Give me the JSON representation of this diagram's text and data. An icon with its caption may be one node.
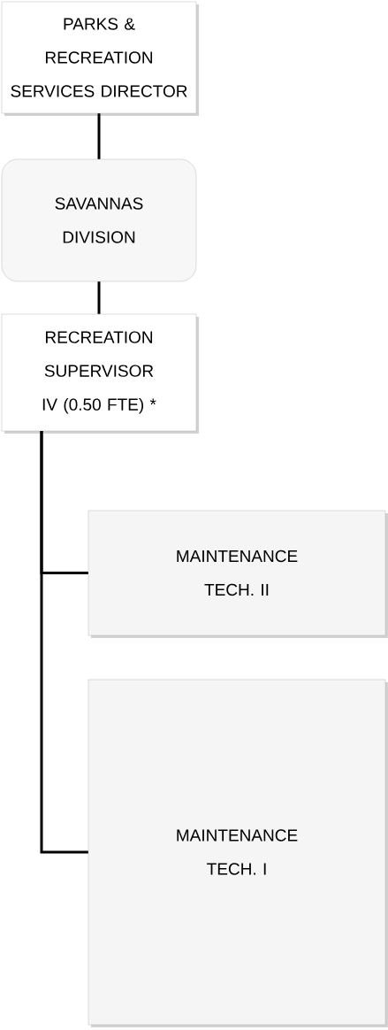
{
  "diagram": {
    "nodes": [
      {
        "text": [
          "PARKS & RECREATION SERVICES DIRECTOR"
        ]
      },
      {
        "text": [
          "SAVANNAS DIVISION"
        ]
      },
      {
        "text": [
          "RECREATION SUPERVISOR IV (0.50 FTE) *"
        ]
      },
      {
        "text": [
          "MAINTENANCE TECH. II"
        ]
      },
      {
        "text": [
          "MAINTENANCE TECH. I"
        ]
      }
    ],
    "edges": [
      {
        "from": 0,
        "to": 1,
        "arrow": "none"
      },
      {
        "from": 1,
        "to": 2,
        "arrow": "none"
      },
      {
        "from": 2,
        "to": 3,
        "arrow": "none"
      },
      {
        "from": 2,
        "to": 4,
        "arrow": "none"
      }
    ]
  }
}
